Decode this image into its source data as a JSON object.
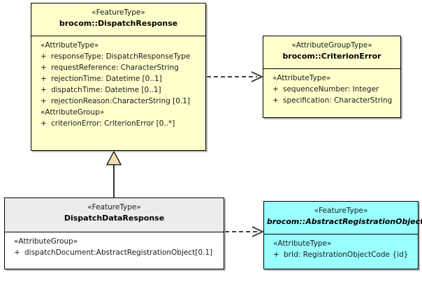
{
  "diagram": {
    "type": "uml-class-diagram",
    "background": "#ffffff",
    "colors": {
      "feature_type_fill": "#ffffcc",
      "attribute_group_type_fill": "#ffffcc",
      "abstract_fill": "#99ffff",
      "plain_fill": "#ffffff",
      "header_gray_fill": "#ececec",
      "generalization_triangle_fill": "#f5deb3",
      "line": "#000000"
    }
  },
  "classes": {
    "dispatch_response": {
      "stereotype": "«FeatureType»",
      "name": "brocom::DispatchResponse",
      "compartments": [
        {
          "group_label": "«AttributeType»",
          "attributes": [
            {
              "visibility": "+",
              "text": "responseType: DispatchResponseType"
            },
            {
              "visibility": "+",
              "text": "requestReference: CharacterString"
            },
            {
              "visibility": "+",
              "text": "rejectionTime: Datetime [0..1]"
            },
            {
              "visibility": "+",
              "text": "dispatchTime: Datetime [0..1]"
            },
            {
              "visibility": "+",
              "text": "rejectionReason:CharacterString [0.1]"
            }
          ]
        },
        {
          "group_label": "«AttributeGroup»",
          "attributes": [
            {
              "visibility": "+",
              "text": "criterionError: CriterionError [0..*]"
            }
          ]
        }
      ]
    },
    "criterion_error": {
      "stereotype": "«AttributeGroupType»",
      "name": "brocom::CriterionError",
      "compartments": [
        {
          "group_label": "«AttributeType»",
          "attributes": [
            {
              "visibility": "+",
              "text": "sequenceNumber: Integer"
            },
            {
              "visibility": "+",
              "text": "specification: CharacterString"
            }
          ]
        }
      ]
    },
    "dispatch_data_response": {
      "stereotype": "«FeatureType»",
      "name": "DispatchDataResponse",
      "compartments": [
        {
          "group_label": "«AttributeGroup»",
          "attributes": [
            {
              "visibility": "+",
              "text": "dispatchDocument:AbstractRegistrationObject[0.1]"
            }
          ]
        }
      ]
    },
    "abstract_registration_object": {
      "stereotype": "«FeatureType»",
      "name": "brocom::AbstractRegistrationObject",
      "abstract": true,
      "compartments": [
        {
          "group_label": "«AttributeType»",
          "attributes": [
            {
              "visibility": "+",
              "text": "brId: RegistrationObjectCode {id}"
            }
          ]
        }
      ]
    }
  },
  "relationships": [
    {
      "kind": "dependency",
      "style": "dashed-open-arrow",
      "from": "dispatch_response",
      "to": "criterion_error"
    },
    {
      "kind": "generalization",
      "style": "solid-hollow-triangle",
      "from": "dispatch_data_response",
      "to": "dispatch_response"
    },
    {
      "kind": "dependency",
      "style": "dashed-open-arrow",
      "from": "dispatch_data_response",
      "to": "abstract_registration_object"
    }
  ]
}
